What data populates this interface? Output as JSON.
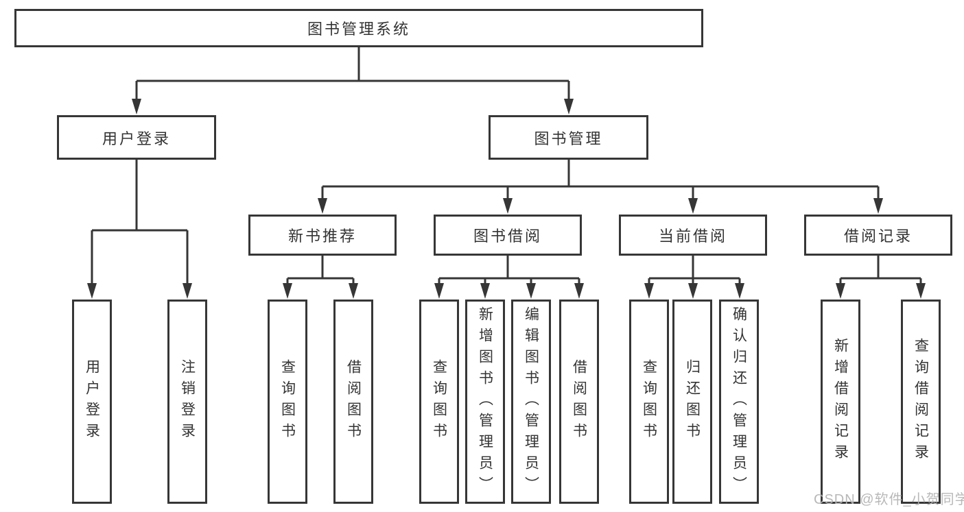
{
  "diagram": {
    "title": "图书管理系统",
    "branches": [
      {
        "label": "用户登录",
        "children": [
          {
            "label": "用户登录"
          },
          {
            "label": "注销登录"
          }
        ]
      },
      {
        "label": "图书管理",
        "children": [
          {
            "label": "新书推荐",
            "children": [
              {
                "label": "查询图书"
              },
              {
                "label": "借阅图书"
              }
            ]
          },
          {
            "label": "图书借阅",
            "children": [
              {
                "label": "查询图书"
              },
              {
                "label": "新增图书（管理员）"
              },
              {
                "label": "编辑图书（管理员）"
              },
              {
                "label": "借阅图书"
              }
            ]
          },
          {
            "label": "当前借阅",
            "children": [
              {
                "label": "查询图书"
              },
              {
                "label": "归还图书"
              },
              {
                "label": "确认归还（管理员）"
              }
            ]
          },
          {
            "label": "借阅记录",
            "children": [
              {
                "label": "新增借阅记录"
              },
              {
                "label": "查询借阅记录"
              }
            ]
          }
        ]
      }
    ]
  },
  "watermark": {
    "text": "CSDN @软件_小贺同学"
  },
  "colors": {
    "line": "#363636",
    "box_border": "#363636",
    "text": "#333333",
    "watermark": "#b3b3b3",
    "background": "#ffffff"
  }
}
